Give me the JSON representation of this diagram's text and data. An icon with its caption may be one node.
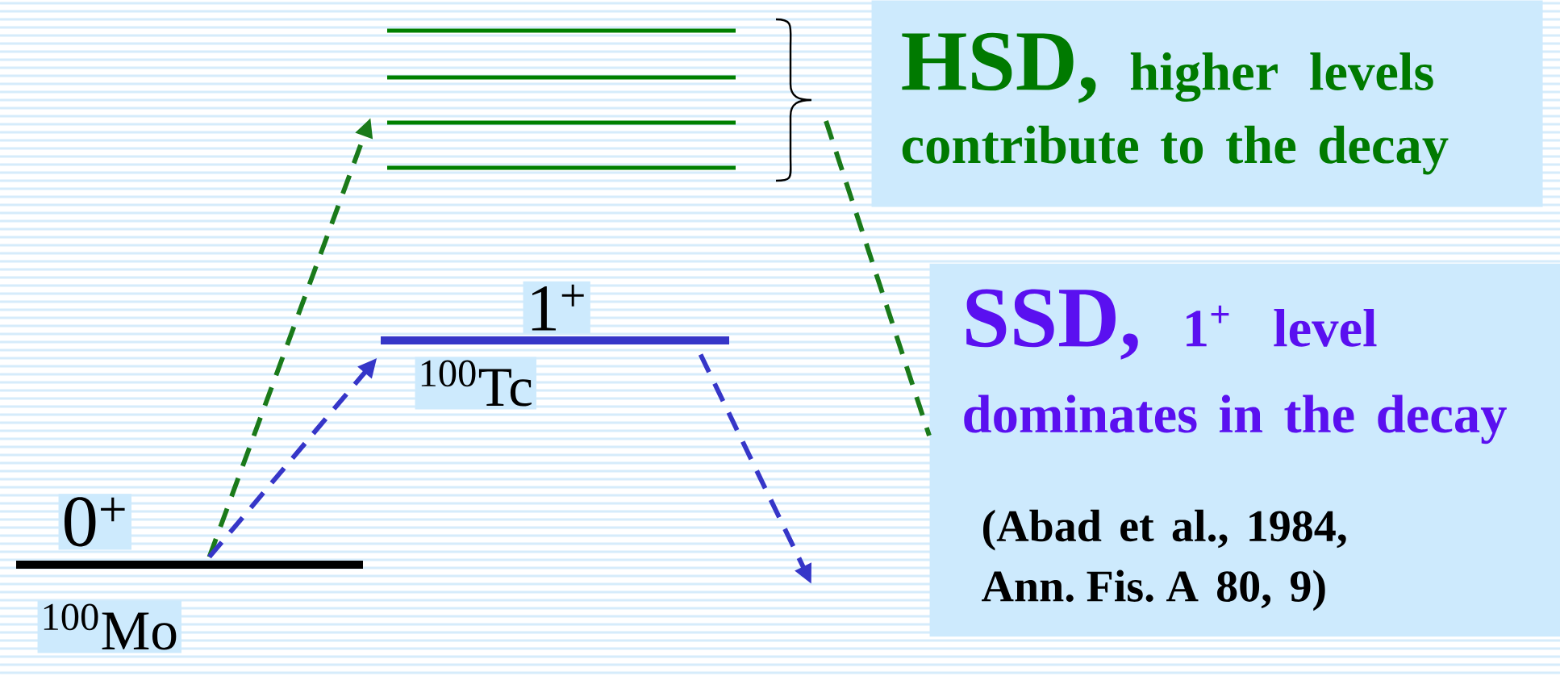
{
  "diagram": {
    "nodes": [
      {
        "text": [
          "0$^{+}$",
          "$^{100}$Mo"
        ]
      },
      {
        "text": [
          "1$^{+}$",
          "$^{100}$Tc"
        ]
      },
      {
        "text": [],
        "shape": "bar"
      },
      {
        "text": [],
        "shape": "bar"
      },
      {
        "text": [],
        "shape": "bar"
      },
      {
        "text": [],
        "shape": "bar"
      },
      {
        "text": [
          "HSD,",
          "higher levels contribute to the decay"
        ]
      },
      {
        "text": [
          "SSD,",
          "1$^{+}$ level dominates in the decay",
          "(Abad et al., 1984, Ann. Fis. A 80, 9)"
        ]
      }
    ],
    "edges": [
      {
        "from": 0,
        "to": 4,
        "arrow": "to",
        "style": "dashed",
        "color": "#1a7a1a"
      },
      {
        "from": 0,
        "to": 1,
        "arrow": "to",
        "style": "dashed",
        "color": "#3636c8"
      },
      {
        "from": 1,
        "to": null,
        "arrow": "to",
        "style": "dashed",
        "color": "#3636c8"
      },
      {
        "from": null,
        "to": 7,
        "arrow": "none",
        "style": "dashed",
        "color": "#1a7a1a"
      }
    ]
  }
}
